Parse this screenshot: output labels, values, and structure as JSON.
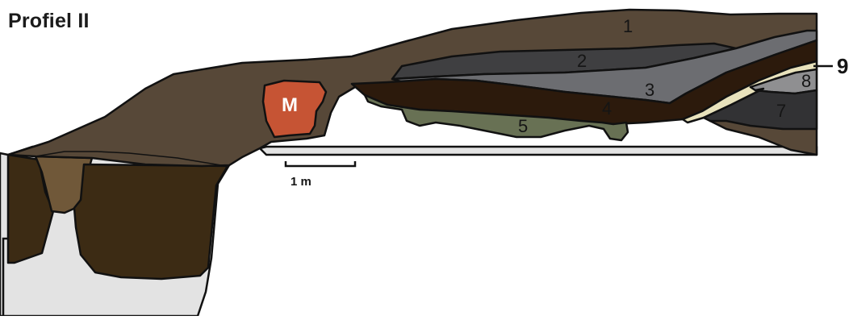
{
  "title": "Profiel II",
  "layers": [
    {
      "label": "1",
      "color": "#574838"
    },
    {
      "label": "2",
      "color": "#3f3f41"
    },
    {
      "label": "3",
      "color": "#6c6d71"
    },
    {
      "label": "4",
      "color": "#2c1a0c"
    },
    {
      "label": "5",
      "color": "#687154"
    },
    {
      "label": "7",
      "color": "#323234"
    },
    {
      "label": "8",
      "color": "#8f8f91"
    },
    {
      "label": "9",
      "color": "#e8e2bc"
    }
  ],
  "feature": {
    "label": "M",
    "color": "#c65434"
  },
  "scale_bar": {
    "label": "1 m"
  },
  "colors": {
    "bedrock": "#e3e3e3",
    "pit_dark": "#3c2b14",
    "pit_light": "#705839",
    "outline": "#111111"
  }
}
